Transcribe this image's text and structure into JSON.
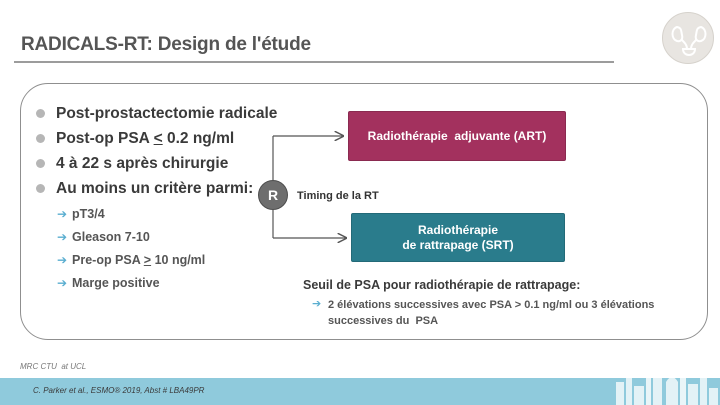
{
  "header": {
    "title": "RADICALS-RT: Design de l'étude"
  },
  "criteria": {
    "items": [
      {
        "label": "Post-prostactectomie radicale"
      },
      {
        "label_prefix": "Post-op PSA ",
        "label_underlined": "<",
        "label_suffix": " 0.2 ng/ml"
      },
      {
        "label": "4 à 22 s après chirurgie"
      },
      {
        "label": "Au moins un critère parmi:"
      }
    ],
    "sub_items": [
      {
        "label": "pT3/4"
      },
      {
        "label": "Gleason 7-10"
      },
      {
        "label_prefix": "Pre-op PSA ",
        "label_underlined": ">",
        "label_suffix": " 10 ng/ml"
      },
      {
        "label": "Marge positive"
      }
    ]
  },
  "randomization": {
    "badge": "R",
    "timing_label": "Timing de la RT"
  },
  "arms": {
    "art_line1": "Radiothérapie  adjuvante (ART)",
    "srt_line1": "Radiothérapie",
    "srt_line2": "de rattrapage (SRT)"
  },
  "threshold": {
    "title": "Seuil de PSA pour radiothérapie de rattrapage:",
    "item": "2 élévations successives avec PSA > 0.1 ng/ml ou 3 élévations successives du  PSA"
  },
  "footer": {
    "affiliation": "MRC CTU  at UCL",
    "citation": "C. Parker et al., ESMO® 2019, Abst # LBA49PR"
  },
  "colors": {
    "art_box": "#a3315e",
    "srt_box": "#2a7c8c",
    "arrow_accent": "#5aaed0",
    "footer_band": "#8fcadc"
  },
  "icons": {
    "logo": "kidney-bladder-icon",
    "sub_arrow": "arrow-right-icon"
  }
}
